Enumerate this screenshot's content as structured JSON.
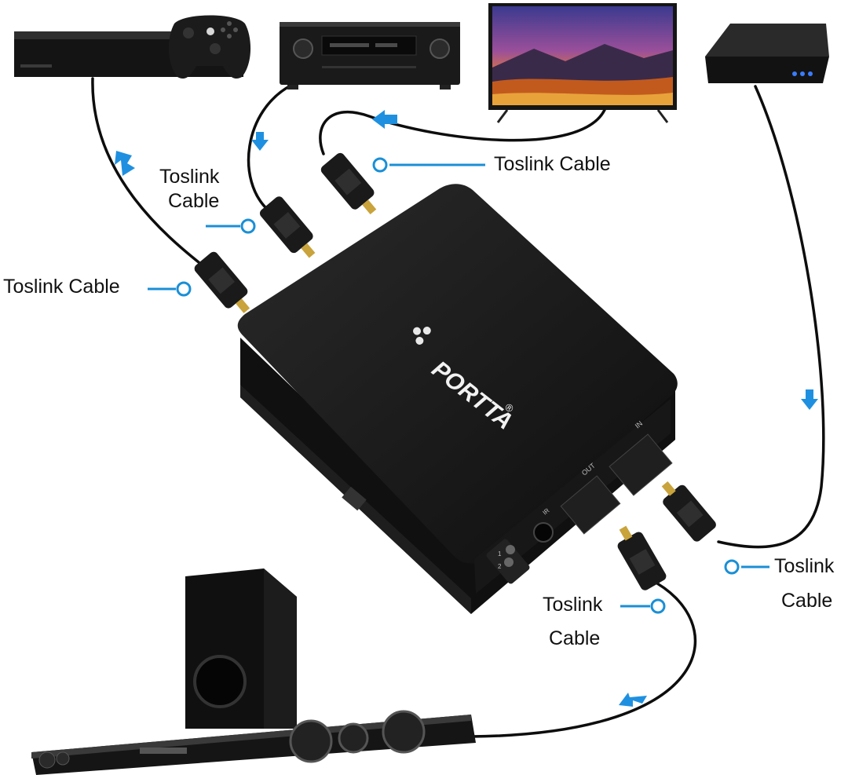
{
  "brand": {
    "name": "PORTTA",
    "mark": "®"
  },
  "ports": {
    "out": "OUT",
    "in": "IN",
    "ir": "IR",
    "sel1": "1",
    "sel2": "2"
  },
  "labels": {
    "top_right": "Toslink Cable",
    "top_mid_line1": "Toslink",
    "top_mid_line2": "Cable",
    "left": "Toslink Cable",
    "right_line1": "Toslink",
    "right_line2": "Cable",
    "bottom_line1": "Toslink",
    "bottom_line2": "Cable"
  },
  "colors": {
    "callout": "#1a8fd6",
    "arrow": "#1f90e0",
    "device": "#141414",
    "cable": "#0d0d0d"
  },
  "icons": [
    "xbox-console-icon",
    "gamepad-icon",
    "av-receiver-icon",
    "tv-icon",
    "streaming-box-icon",
    "soundbar-icon",
    "subwoofer-icon",
    "optical-plug-icon",
    "flow-arrow-icon"
  ]
}
